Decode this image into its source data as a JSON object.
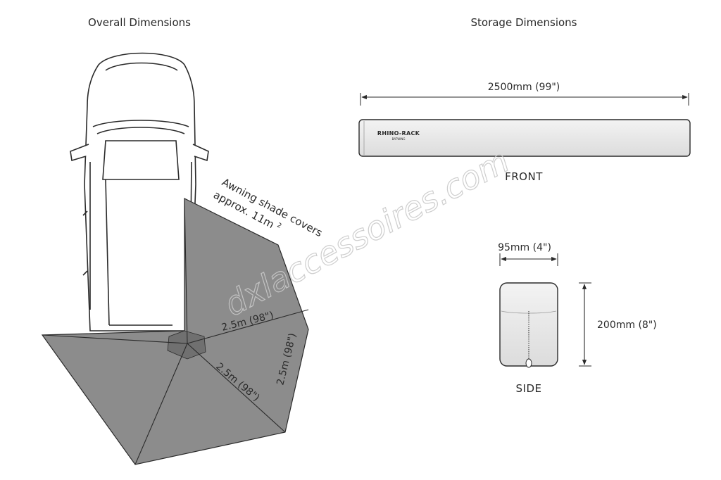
{
  "overall": {
    "title": "Overall Dimensions",
    "awning_note_line1": "Awning shade covers",
    "awning_note_line2": "approx. 11m",
    "awning_note_sup": "2",
    "inner_radius_label": "2.5m (98\")",
    "diagonal_label": "2.5m (98\")",
    "right_edge_label": "2.5m (98\")"
  },
  "storage": {
    "title": "Storage Dimensions",
    "length_label": "2500mm (99\")",
    "front_caption": "FRONT",
    "brand_name": "RHINO-RACK",
    "brand_sub": "BATWING",
    "width_label": "95mm (4\")",
    "height_label": "200mm (8\")",
    "side_caption": "SIDE"
  },
  "watermark": "dxlaccessoires.com",
  "colors": {
    "awning_fill": "#8c8c8c",
    "awning_dark": "#6e6e6e",
    "line": "#2a2a2a",
    "bag_fill": "#e7e7e7"
  }
}
